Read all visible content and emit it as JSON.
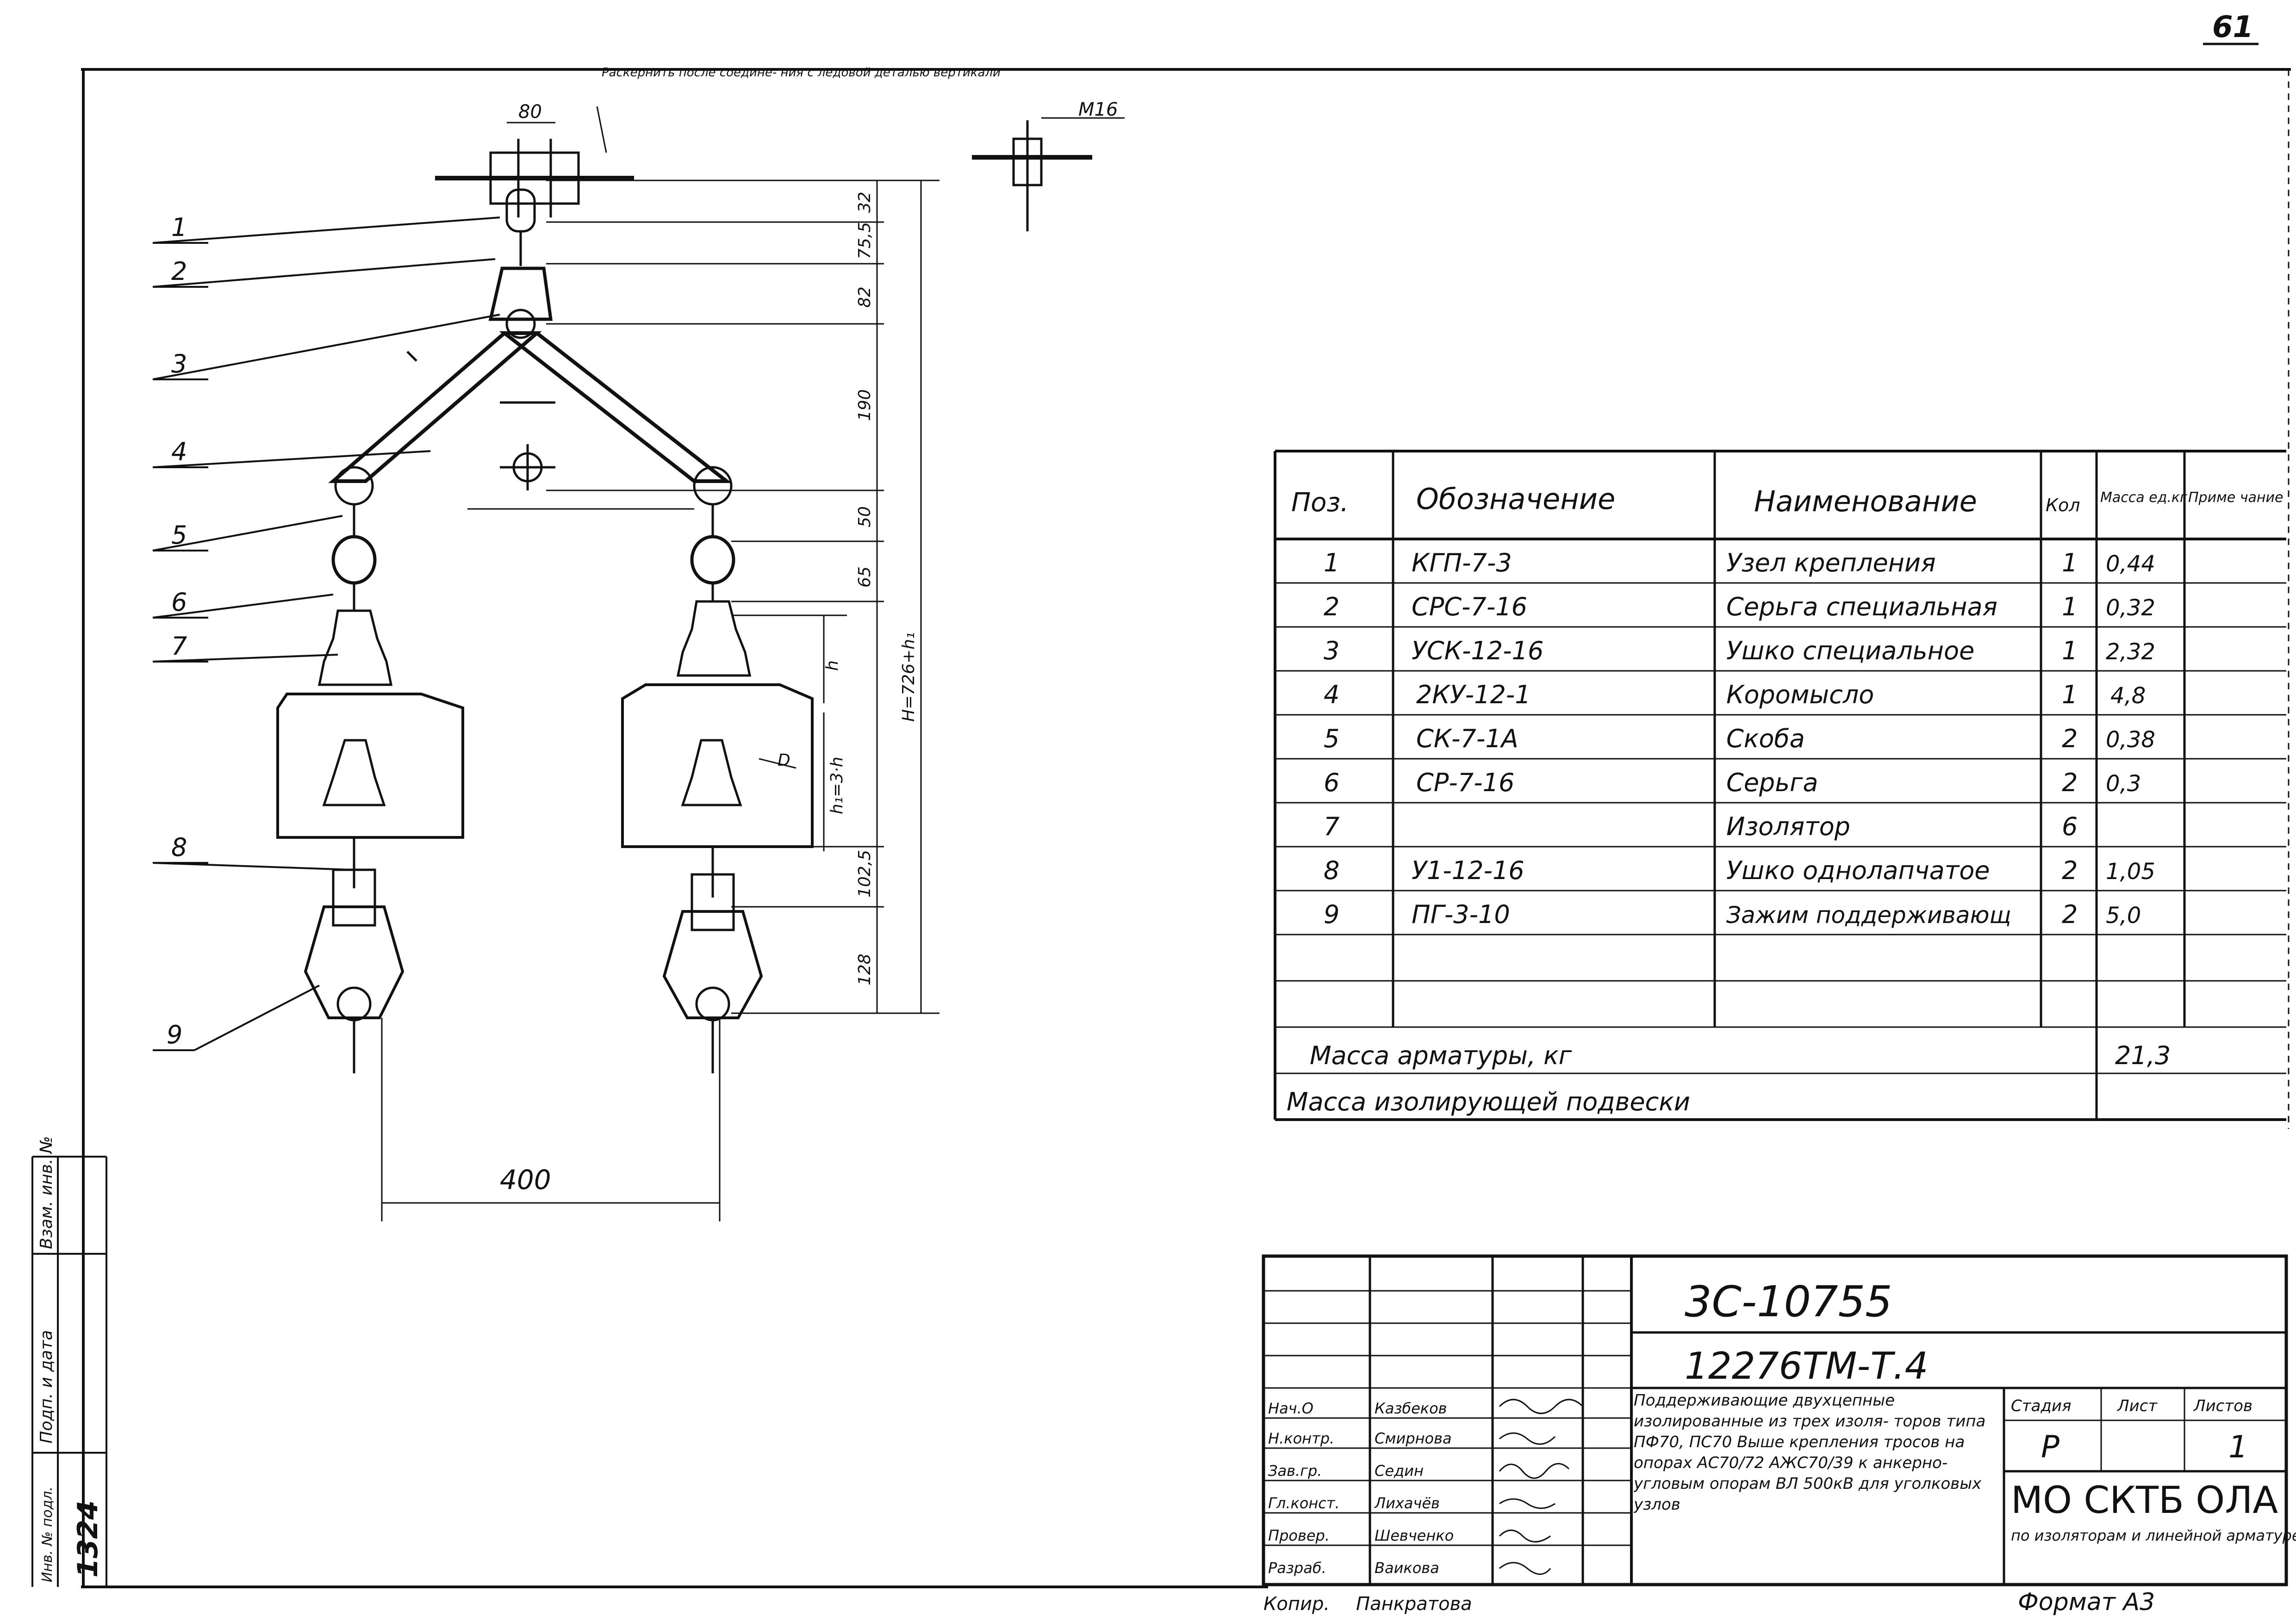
{
  "page_number": "61",
  "drawing": {
    "note": "Раскернить после соедине- ния с ледовой деталью вертикали",
    "m16_label": "М16",
    "dim_80": "80",
    "dim_400": "400",
    "vertical_dims": [
      "32",
      "75,5",
      "82",
      "190",
      "50",
      "65",
      "102,5",
      "128"
    ],
    "dim_h": "h",
    "dim_h1": "h₁=3·h",
    "dim_H": "H=726+h₁",
    "dim_D": "D",
    "callouts": [
      "1",
      "2",
      "3",
      "4",
      "5",
      "6",
      "7",
      "8",
      "9"
    ]
  },
  "spec_table": {
    "headers": [
      "Поз.",
      "Обозначение",
      "Наименование",
      "Кол",
      "Масса ед.кг",
      "Приме чание"
    ],
    "rows": [
      {
        "pos": "1",
        "code": "КГП-7-3",
        "name": "Узел крепления",
        "qty": "1",
        "mass": "0,44"
      },
      {
        "pos": "2",
        "code": "СРС-7-16",
        "name": "Серьга специальная",
        "qty": "1",
        "mass": "0,32"
      },
      {
        "pos": "3",
        "code": "УСК-12-16",
        "name": "Ушко специальное",
        "qty": "1",
        "mass": "2,32"
      },
      {
        "pos": "4",
        "code": "2КУ-12-1",
        "name": "Коромысло",
        "qty": "1",
        "mass": "4,8"
      },
      {
        "pos": "5",
        "code": "СК-7-1А",
        "name": "Скоба",
        "qty": "2",
        "mass": "0,38"
      },
      {
        "pos": "6",
        "code": "СР-7-16",
        "name": "Серьга",
        "qty": "2",
        "mass": "0,3"
      },
      {
        "pos": "7",
        "code": "",
        "name": "Изолятор",
        "qty": "6",
        "mass": ""
      },
      {
        "pos": "8",
        "code": "У1-12-16",
        "name": "Ушко однолапчатое",
        "qty": "2",
        "mass": "1,05"
      },
      {
        "pos": "9",
        "code": "ПГ-3-10",
        "name": "Зажим поддерживающ",
        "qty": "2",
        "mass": "5,0"
      }
    ],
    "mass_armature_label": "Масса арматуры, кг",
    "mass_armature_value": "21,3",
    "mass_suspension_label": "Масса изолирующей подвески"
  },
  "title_block": {
    "doc_code": "3С-10755",
    "project_code": "12276ТМ-Т.4",
    "description": "Поддерживающие двухцепные изолированные из трех изоля- торов типа ПФ70, ПС70 Выше крепления тросов на опорах АС70/72 АЖС70/39 к анкерно- угловым опорам ВЛ 500кВ для уголковых узлов",
    "stage_label": "Стадия",
    "sheet_label": "Лист",
    "sheets_label": "Листов",
    "stage": "Р",
    "sheets": "1",
    "org": "МО СКТБ ОЛА",
    "org_sub": "по изоляторам и линейной арматуре",
    "roles": [
      "Нач.О",
      "Н.контр.",
      "Зав.гр.",
      "Гл.конст.",
      "Провер.",
      "Разраб."
    ],
    "names": [
      "Казбеков",
      "Смирнова",
      "Седин",
      "Лихачёв",
      "Шевченко",
      "Ваикова"
    ],
    "copied": "Копир.",
    "copier": "Панкратова",
    "format": "Формат А3"
  },
  "side_stamp": {
    "inv_orig": "Инв. № подл.",
    "sign_date": "Подп. и дата",
    "inv_dup": "Взам. инв. №",
    "number": "1324"
  }
}
